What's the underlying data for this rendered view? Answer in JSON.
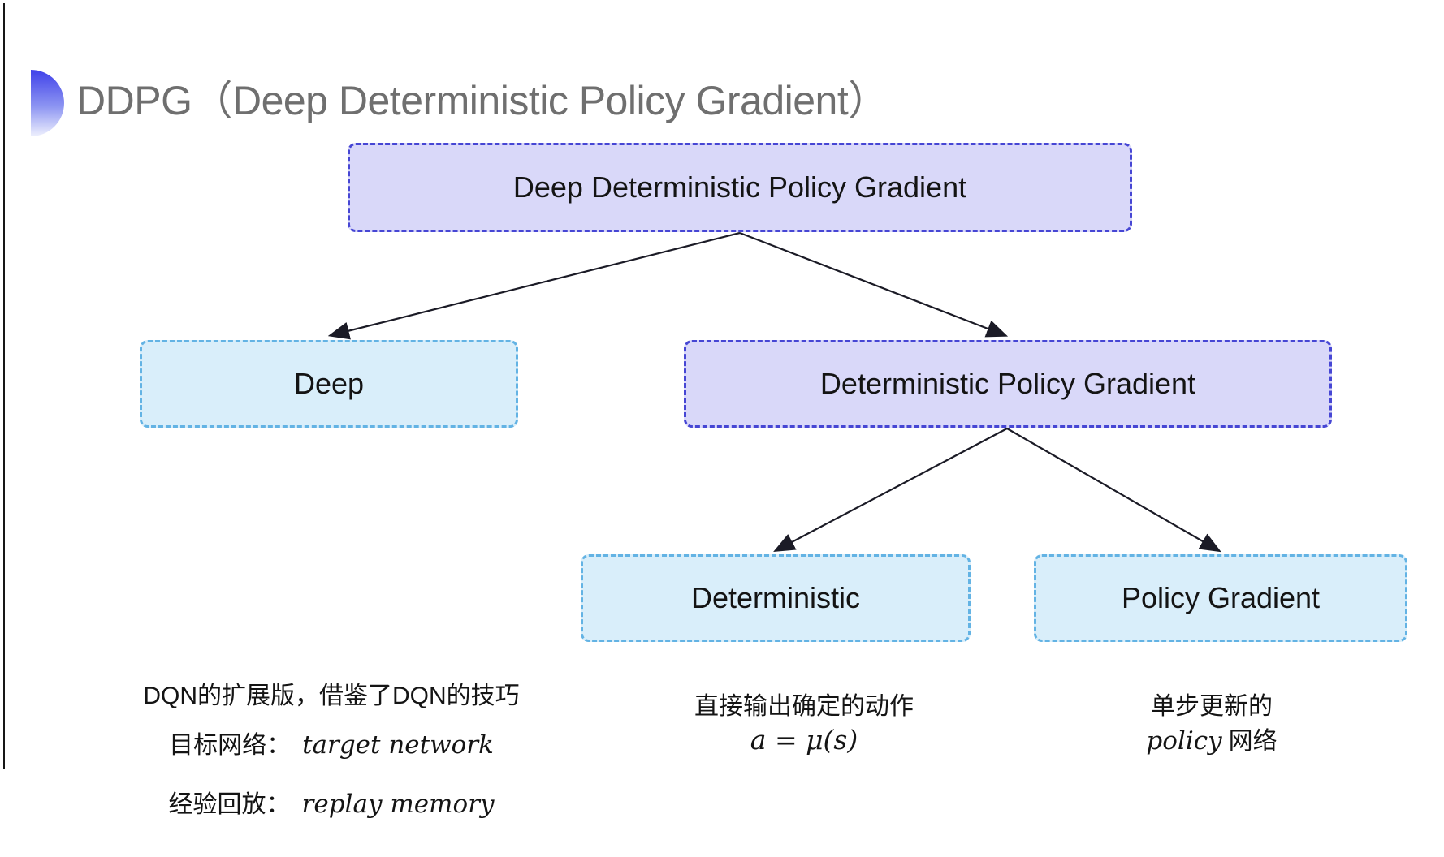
{
  "title": {
    "text": "DDPG（Deep Deterministic Policy Gradient）"
  },
  "colors": {
    "title_gray": "#6f6f6f",
    "purple_fill": "#d9d8f9",
    "purple_border": "#4646d4",
    "blue_fill": "#d9eefa",
    "blue_border": "#63b3e4",
    "arrow": "#1b1b26",
    "accent_top": "#3f41e9",
    "accent_bottom": "#eef0fd",
    "text_dark": "#141414"
  },
  "tree": {
    "root": {
      "label": "Deep Deterministic Policy Gradient",
      "variant": "purple"
    },
    "children": [
      {
        "label": "Deep",
        "variant": "blue"
      },
      {
        "label": "Deterministic Policy Gradient",
        "variant": "purple"
      }
    ],
    "grandchildren": [
      {
        "label": "Deterministic",
        "variant": "blue"
      },
      {
        "label": "Policy Gradient",
        "variant": "blue"
      }
    ]
  },
  "notes": {
    "deep": {
      "line1": "DQN的扩展版，借鉴了DQN的技巧",
      "line2_label": "目标网络：",
      "line2_term": "target network",
      "line3_label": "经验回放：",
      "line3_term": "replay memory"
    },
    "deterministic": {
      "line1": "直接输出确定的动作",
      "formula": "a = μ(s)"
    },
    "policy_gradient": {
      "line1": "单步更新的",
      "term": "policy",
      "suffix": "网络"
    }
  }
}
